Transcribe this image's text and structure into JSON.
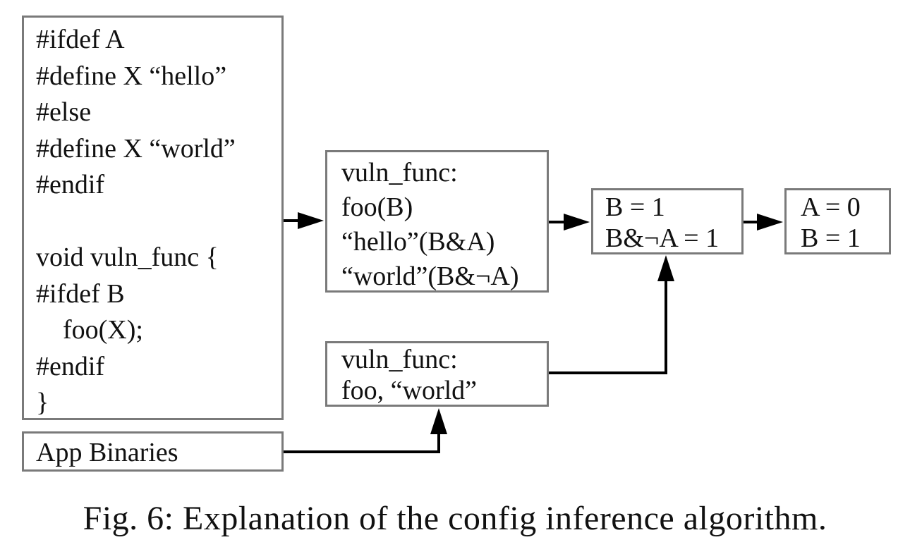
{
  "figure": {
    "source_code": {
      "lines": [
        "#ifdef A",
        "#define X “hello”",
        "#else",
        "#define X “world”",
        "#endif",
        "",
        "void vuln_func {",
        "#ifdef B",
        "    foo(X);",
        "#endif",
        "}"
      ]
    },
    "app_binaries": {
      "label": "App Binaries"
    },
    "source_features": {
      "lines": [
        "vuln_func:",
        "foo(B)",
        "“hello”(B&A)",
        "“world”(B&¬A)"
      ]
    },
    "binary_features": {
      "lines": [
        "vuln_func:",
        "foo, “world”"
      ]
    },
    "constraints": {
      "lines": [
        "B = 1",
        "B&¬A = 1"
      ]
    },
    "solution": {
      "lines": [
        "A = 0",
        "B = 1"
      ]
    }
  },
  "caption": "Fig. 6: Explanation of the config inference algorithm."
}
